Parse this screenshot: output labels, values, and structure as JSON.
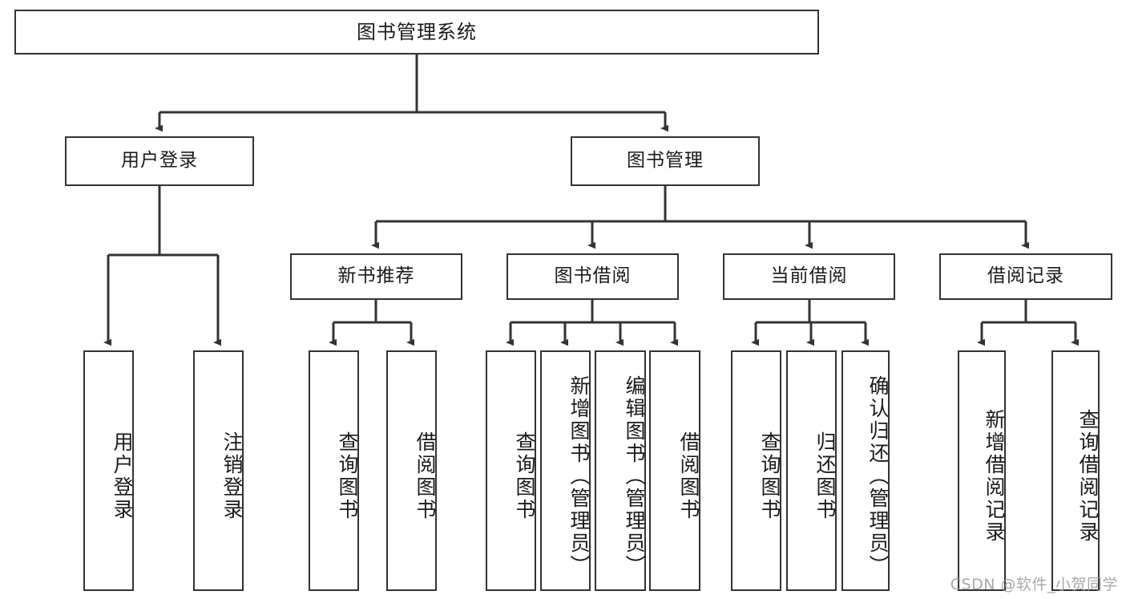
{
  "diagram": {
    "title": "图书管理系统",
    "watermark": "CSDN @软件_小贺同学",
    "colors": {
      "stroke": "#333333",
      "background": "#ffffff",
      "text": "#1a1a1a",
      "watermark": "#9a9a9a"
    },
    "root": {
      "label": "图书管理系统"
    },
    "level2": [
      {
        "label": "用户登录"
      },
      {
        "label": "图书管理"
      }
    ],
    "level3": [
      {
        "label": "新书推荐"
      },
      {
        "label": "图书借阅"
      },
      {
        "label": "当前借阅"
      },
      {
        "label": "借阅记录"
      }
    ],
    "leaves": {
      "user_login": [
        {
          "label": "用户登录"
        },
        {
          "label": "注销登录"
        }
      ],
      "new_book": [
        {
          "label": "查询图书"
        },
        {
          "label": "借阅图书"
        }
      ],
      "book_borrow": [
        {
          "label": "查询图书"
        },
        {
          "label": "新增图书（管理员）"
        },
        {
          "label": "编辑图书（管理员）"
        },
        {
          "label": "借阅图书"
        }
      ],
      "current_borrow": [
        {
          "label": "查询图书"
        },
        {
          "label": "归还图书"
        },
        {
          "label": "确认归还（管理员）"
        }
      ],
      "borrow_record": [
        {
          "label": "新增借阅记录"
        },
        {
          "label": "查询借阅记录"
        }
      ]
    }
  }
}
